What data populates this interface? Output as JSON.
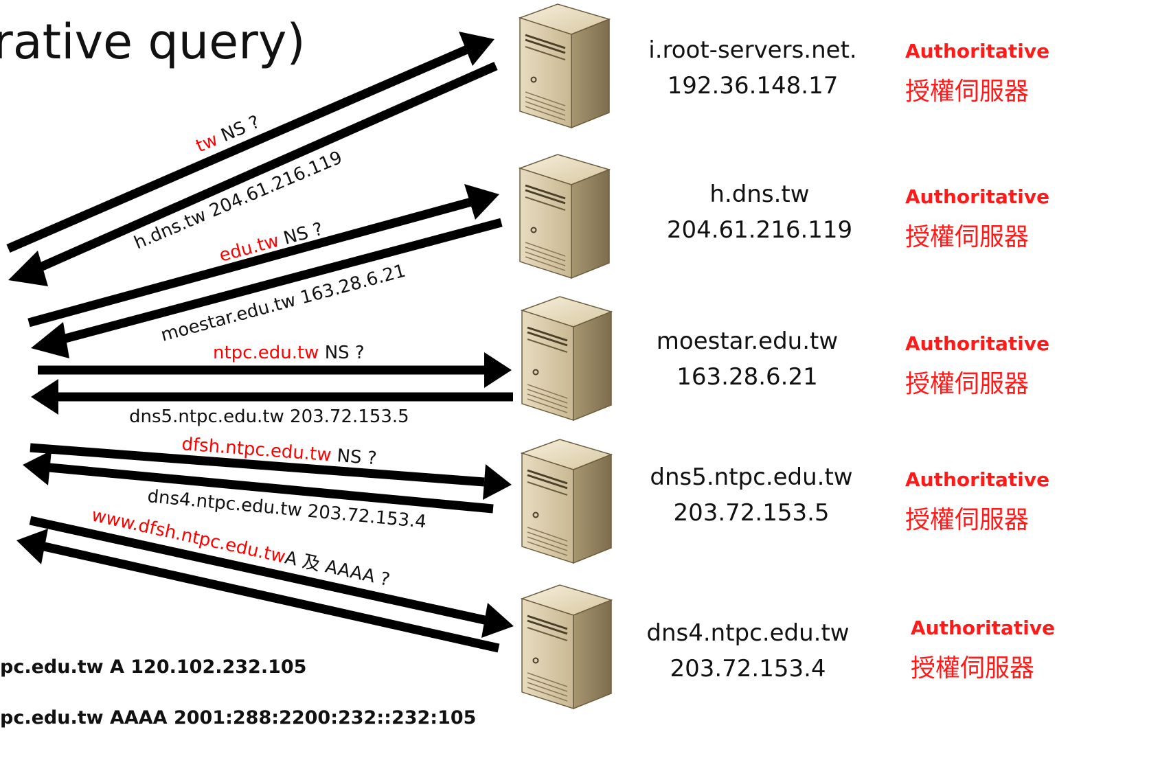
{
  "title": "rative query)",
  "servers": [
    {
      "name": "i.root-servers.net.",
      "ip": "192.36.148.17",
      "auth_en": "Authoritative",
      "auth_zh": "授權伺服器"
    },
    {
      "name": "h.dns.tw",
      "ip": "204.61.216.119",
      "auth_en": "Authoritative",
      "auth_zh": "授權伺服器"
    },
    {
      "name": "moestar.edu.tw",
      "ip": "163.28.6.21",
      "auth_en": "Authoritative",
      "auth_zh": "授權伺服器"
    },
    {
      "name": "dns5.ntpc.edu.tw",
      "ip": "203.72.153.5",
      "auth_en": "Authoritative",
      "auth_zh": "授權伺服器"
    },
    {
      "name": "dns4.ntpc.edu.tw",
      "ip": "203.72.153.4",
      "auth_en": "Authoritative",
      "auth_zh": "授權伺服器"
    }
  ],
  "messages": {
    "q1": {
      "red": "tw",
      "black": " NS ?"
    },
    "r1": "h.dns.tw  204.61.216.119",
    "q2": {
      "red": "edu.tw",
      "black": " NS ?"
    },
    "r2": "moestar.edu.tw  163.28.6.21",
    "q3": {
      "red": "ntpc.edu.tw",
      "black": " NS ?"
    },
    "r3": "dns5.ntpc.edu.tw  203.72.153.5",
    "q4": {
      "red": "dfsh.ntpc.edu.tw",
      "black": " NS ?"
    },
    "r4": "dns4.ntpc.edu.tw  203.72.153.4",
    "q5": {
      "red": "www.dfsh.ntpc.edu.tw",
      "black": "A 及 AAAA ?"
    }
  },
  "answers": [
    "pc.edu.tw A 120.102.232.105",
    "pc.edu.tw AAAA 2001:288:2200:232::232:105"
  ],
  "colors": {
    "accent": "#ff0000",
    "arrow": "#000000"
  }
}
